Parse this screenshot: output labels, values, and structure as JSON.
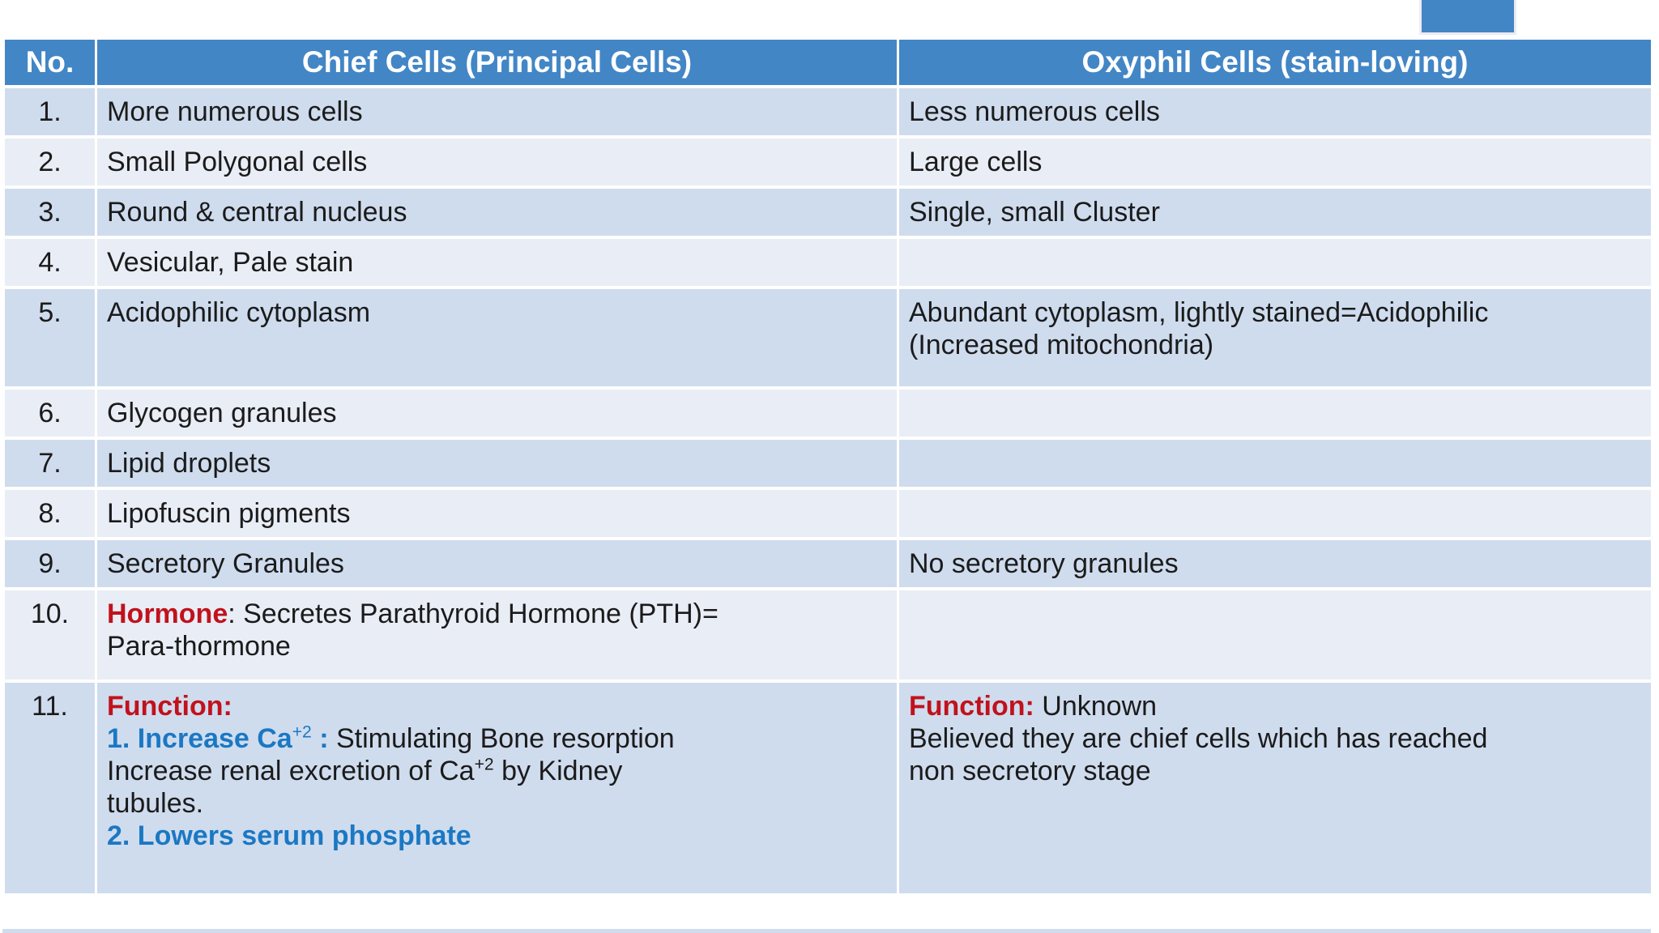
{
  "colors": {
    "header_bg": "#4286c6",
    "deco_rect": "#4286c6",
    "band_dark": "#cfdcee",
    "band_light": "#e9edf6",
    "red_text": "#c1121c",
    "blue_text": "#1b78c3",
    "body_text": "#1b1b1b"
  },
  "table": {
    "header": [
      "No.",
      "Chief Cells (Principal Cells)",
      "Oxyphil Cells (stain-loving)"
    ],
    "rows": [
      {
        "no": "1.",
        "chief": [
          [
            {
              "t": "More numerous cells"
            }
          ]
        ],
        "oxyphil": [
          [
            {
              "t": "Less numerous cells"
            }
          ]
        ]
      },
      {
        "no": "2.",
        "chief": [
          [
            {
              "t": "Small Polygonal cells"
            }
          ]
        ],
        "oxyphil": [
          [
            {
              "t": "Large cells"
            }
          ]
        ]
      },
      {
        "no": "3.",
        "chief": [
          [
            {
              "t": "Round & central nucleus"
            }
          ]
        ],
        "oxyphil": [
          [
            {
              "t": "Single, small Cluster"
            }
          ]
        ]
      },
      {
        "no": "4.",
        "chief": [
          [
            {
              "t": "Vesicular, Pale stain"
            }
          ]
        ],
        "oxyphil": []
      },
      {
        "no": "5.",
        "chief": [
          [
            {
              "t": "Acidophilic cytoplasm"
            }
          ]
        ],
        "oxyphil": [
          [
            {
              "t": "Abundant cytoplasm, lightly stained=Acidophilic"
            }
          ],
          [
            {
              "t": "(Increased mitochondria)"
            }
          ]
        ]
      },
      {
        "no": "6.",
        "chief": [
          [
            {
              "t": "Glycogen granules"
            }
          ]
        ],
        "oxyphil": []
      },
      {
        "no": "7.",
        "chief": [
          [
            {
              "t": "Lipid droplets"
            }
          ]
        ],
        "oxyphil": []
      },
      {
        "no": "8.",
        "chief": [
          [
            {
              "t": "Lipofuscin pigments"
            }
          ]
        ],
        "oxyphil": []
      },
      {
        "no": "9.",
        "chief": [
          [
            {
              "t": "Secretory Granules"
            }
          ]
        ],
        "oxyphil": [
          [
            {
              "t": "No secretory granules"
            }
          ]
        ]
      },
      {
        "no": "10.",
        "chief": [
          [
            {
              "t": "Hormone",
              "c": "red"
            },
            {
              "t": ": Secretes Parathyroid Hormone (PTH)="
            }
          ],
          [
            {
              "t": "Para-thormone"
            }
          ]
        ],
        "oxyphil": []
      },
      {
        "no": "11.",
        "chief": [
          [
            {
              "t": "Function:",
              "c": "red"
            }
          ],
          [
            {
              "t": "1. Increase Ca",
              "c": "blue"
            },
            {
              "t": "+2",
              "c": "blue",
              "sup": true
            },
            {
              "t": " :",
              "c": "blue"
            },
            {
              "t": " Stimulating Bone resorption"
            }
          ],
          [
            {
              "t": "Increase renal excretion of Ca"
            },
            {
              "t": "+2",
              "sup": true
            },
            {
              "t": " by Kidney"
            }
          ],
          [
            {
              "t": "tubules."
            }
          ],
          [
            {
              "t": "2. Lowers serum phosphate",
              "c": "blue"
            }
          ]
        ],
        "oxyphil": [
          [
            {
              "t": "Function:",
              "c": "red"
            },
            {
              "t": " Unknown"
            }
          ],
          [
            {
              "t": "Believed they are chief cells which has reached"
            }
          ],
          [
            {
              "t": "non secretory stage"
            }
          ]
        ]
      }
    ]
  }
}
